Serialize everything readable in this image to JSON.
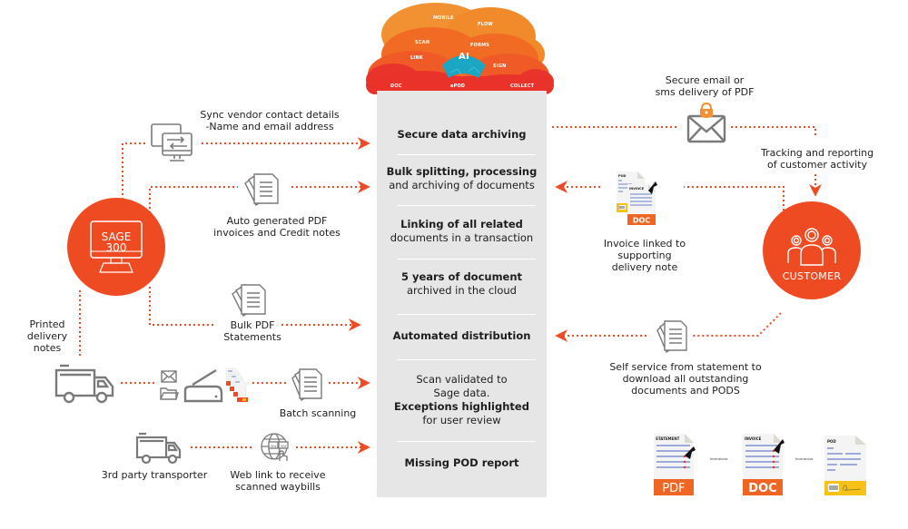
{
  "colors": {
    "accent": "#ef4b23",
    "panel": "#e6e6e6",
    "icon_gray": "#7a7a7a",
    "pod_yellow": "#f6c218",
    "cloud_orange": "#f08a2a",
    "cloud_red": "#e8322a"
  },
  "cloud": {
    "labels": [
      "MOBILE",
      "FLOW",
      "SCAN",
      "FORMS",
      "LINK",
      "SIGN",
      "DOC",
      "ePOD",
      "COLLECT"
    ],
    "center": "AI"
  },
  "panel": {
    "items": [
      {
        "pre": "",
        "bold": "Secure data archiving",
        "post": ""
      },
      {
        "pre": "",
        "bold": "Bulk splitting, processing",
        "post": "and archiving of documents"
      },
      {
        "pre": "",
        "bold": "Linking of all related",
        "post": "documents in a transaction"
      },
      {
        "pre": "",
        "bold": "5 years of document",
        "post": "archived in the cloud"
      },
      {
        "pre": "",
        "bold": "Automated distribution",
        "post": ""
      },
      {
        "pre": "Scan validated to",
        "mid": "Sage data.",
        "bold": "Exceptions highlighted",
        "post": "for user review"
      },
      {
        "pre": "",
        "bold": "Missing POD report",
        "post": ""
      }
    ]
  },
  "left": {
    "sage": {
      "line1": "SAGE",
      "line2": "300"
    },
    "sync": {
      "line1": "Sync vendor contact details",
      "line2": "-Name and email address",
      "icon": "sync-monitors-icon"
    },
    "auto_pdf": {
      "line1": "Auto generated PDF",
      "line2": "invoices and Credit notes",
      "icon": "documents-icon"
    },
    "bulk_pdf": {
      "line1": "Bulk PDF",
      "line2": "Statements",
      "icon": "documents-icon"
    },
    "printed": {
      "line1": "Printed",
      "line2": "delivery",
      "line3": "notes"
    },
    "batch": {
      "label": "Batch scanning",
      "icon": "documents-icon"
    },
    "transporter": {
      "label": "3rd party transporter",
      "icon": "truck-icon"
    },
    "weblink": {
      "line1": "Web link to receive",
      "line2": "scanned waybills",
      "icon": "globe-web-icon"
    }
  },
  "right": {
    "email": {
      "line1": "Secure email or",
      "line2": "sms delivery of PDF",
      "icon": "locked-envelope-icon"
    },
    "tracking": {
      "line1": "Tracking and reporting",
      "line2": "of customer activity"
    },
    "invoice_linked": {
      "line1": "Invoice linked to",
      "line2": "supporting",
      "line3": "delivery note",
      "doc_label": "DOC",
      "pod_label": "POD",
      "invoice_label": "INVOICE"
    },
    "customer": {
      "label": "CUSTOMER"
    },
    "self_service": {
      "line1": "Self service from statement to",
      "line2": "download all outstanding",
      "line3": "documents and PODS"
    }
  },
  "bottom_docs": {
    "statement": {
      "title": "STATEMENT",
      "badge": "PDF"
    },
    "invoice": {
      "title": "INVOICE",
      "badge": "DOC"
    },
    "pod": {
      "title": "POD"
    },
    "connector": "Incensicive"
  }
}
